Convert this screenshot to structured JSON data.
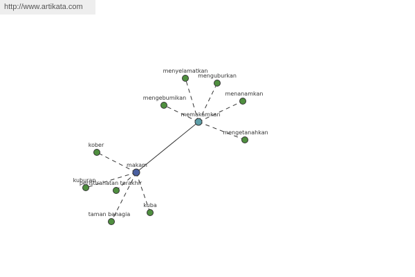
{
  "watermark": {
    "url": "http://www.artikata.com"
  },
  "colors": {
    "hub_primary": "#4a5fa0",
    "hub_secondary": "#5d9ea8",
    "leaf": "#4f8f3f",
    "edge": "#333333"
  },
  "graph": {
    "nodes": [
      {
        "id": "makam",
        "label": "makam",
        "kind": "hub_primary"
      },
      {
        "id": "memakamkan",
        "label": "memakamkan",
        "kind": "hub_secondary"
      },
      {
        "id": "menyelamatkan",
        "label": "menyelamatkan",
        "kind": "leaf"
      },
      {
        "id": "menguburkan",
        "label": "menguburkan",
        "kind": "leaf"
      },
      {
        "id": "menanamkan",
        "label": "menanamkan",
        "kind": "leaf"
      },
      {
        "id": "mengebumikan",
        "label": "mengebumikan",
        "kind": "leaf"
      },
      {
        "id": "mengetanahkan",
        "label": "mengetanahkan",
        "kind": "leaf"
      },
      {
        "id": "kober",
        "label": "kober",
        "kind": "leaf"
      },
      {
        "id": "kuburan",
        "label": "kuburan",
        "kind": "leaf"
      },
      {
        "id": "peristirahatan-terakhir",
        "label": "peristirahatan terakhir",
        "kind": "leaf"
      },
      {
        "id": "kuba",
        "label": "kuba",
        "kind": "leaf"
      },
      {
        "id": "taman-bahagia",
        "label": "taman bahagia",
        "kind": "leaf"
      }
    ],
    "edges": [
      {
        "from": "makam",
        "to": "memakamkan",
        "style": "solid"
      },
      {
        "from": "memakamkan",
        "to": "menyelamatkan",
        "style": "dashed"
      },
      {
        "from": "memakamkan",
        "to": "menguburkan",
        "style": "dashed"
      },
      {
        "from": "memakamkan",
        "to": "menanamkan",
        "style": "dashed"
      },
      {
        "from": "memakamkan",
        "to": "mengebumikan",
        "style": "dashed"
      },
      {
        "from": "memakamkan",
        "to": "mengetanahkan",
        "style": "dashed"
      },
      {
        "from": "makam",
        "to": "kober",
        "style": "dashed"
      },
      {
        "from": "makam",
        "to": "kuburan",
        "style": "dashed"
      },
      {
        "from": "makam",
        "to": "peristirahatan-terakhir",
        "style": "dashed"
      },
      {
        "from": "makam",
        "to": "kuba",
        "style": "dashed"
      },
      {
        "from": "makam",
        "to": "taman-bahagia",
        "style": "dashed"
      }
    ]
  }
}
